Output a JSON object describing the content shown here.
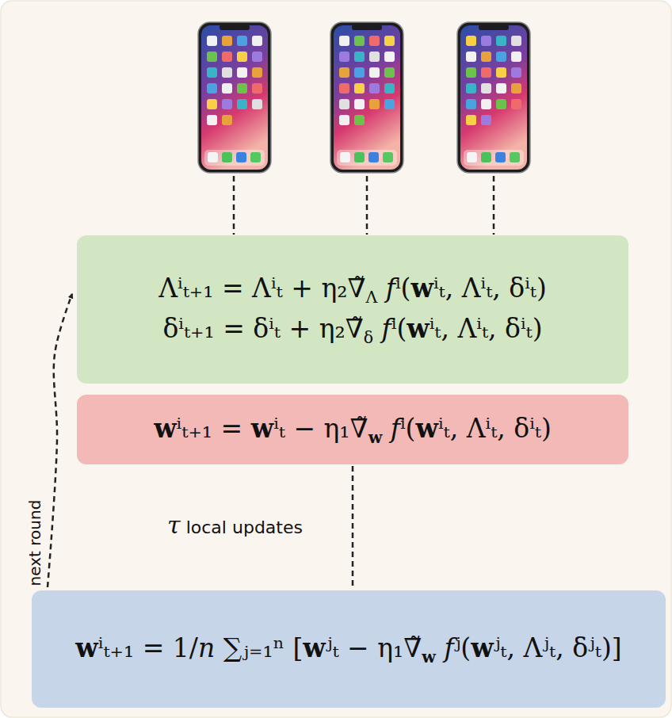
{
  "diagram": {
    "nodes": [
      {
        "text": [
          "Λⁱₜ₊₁ = Λⁱₜ + η₂∇̃Λ fⁱ(wⁱₜ, Λⁱₜ, δⁱₜ)",
          "δⁱₜ₊₁ = δⁱₜ + η₂∇̃δ fⁱ(wⁱₜ, Λⁱₜ, δⁱₜ)"
        ]
      },
      {
        "text": [
          "wⁱₜ₊₁ = wⁱₜ − η₁∇̃w fⁱ(wⁱₜ, Λⁱₜ, δⁱₜ)"
        ]
      },
      {
        "text": [
          "wⁱₜ₊₁ = 1/n ∑ⱼ₌₁ⁿ [wʲₜ − η₁∇̃w fʲ(wʲₜ, Λʲₜ, δʲₜ)]"
        ]
      }
    ],
    "edges": [
      {
        "from": 1,
        "to": 2,
        "arrow": "none",
        "label": "τ local updates"
      },
      {
        "from": 2,
        "to": 0,
        "arrow": "to",
        "label": "next round"
      }
    ]
  }
}
